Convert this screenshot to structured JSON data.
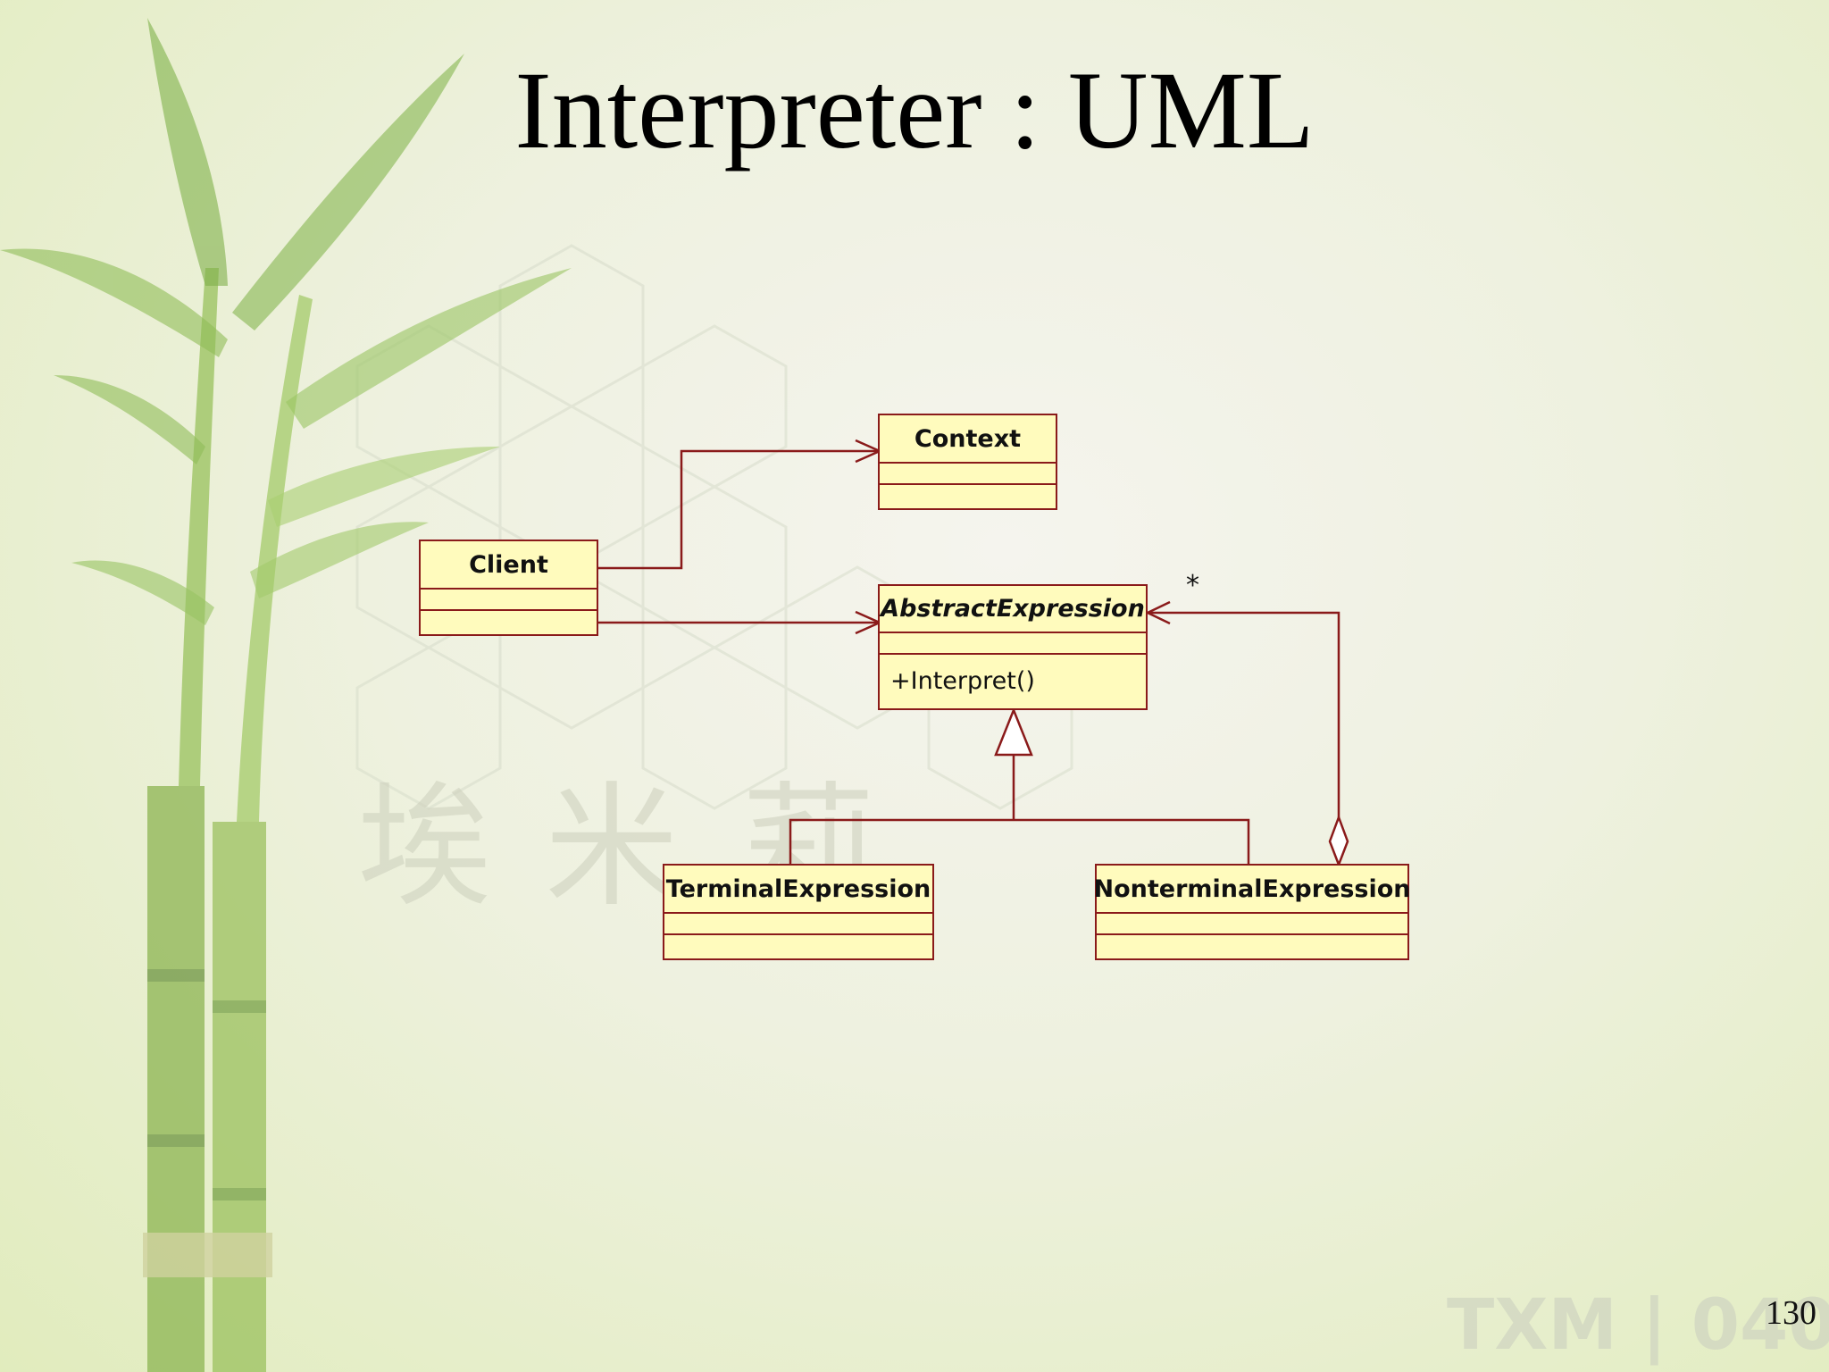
{
  "slide": {
    "title": "Interpreter : UML",
    "page_number": "130"
  },
  "diagram": {
    "classes": {
      "context": {
        "name": "Context",
        "operations": []
      },
      "client": {
        "name": "Client",
        "operations": []
      },
      "abstract_expression": {
        "name": "AbstractExpression",
        "abstract": true,
        "operations": [
          "+Interpret()"
        ]
      },
      "terminal_expression": {
        "name": "TerminalExpression",
        "operations": []
      },
      "nonterminal_expression": {
        "name": "NonterminalExpression",
        "operations": []
      }
    },
    "relationships": [
      {
        "type": "association",
        "from": "Client",
        "to": "Context"
      },
      {
        "type": "association",
        "from": "Client",
        "to": "AbstractExpression"
      },
      {
        "type": "generalization",
        "from": "TerminalExpression",
        "to": "AbstractExpression"
      },
      {
        "type": "generalization",
        "from": "NonterminalExpression",
        "to": "AbstractExpression"
      },
      {
        "type": "aggregation",
        "from": "NonterminalExpression",
        "to": "AbstractExpression",
        "multiplicity": "*"
      }
    ],
    "multiplicity_label": "*"
  },
  "colors": {
    "class_fill": "#fffbbd",
    "class_border": "#8a1a1a",
    "connector": "#8a1a1a"
  }
}
